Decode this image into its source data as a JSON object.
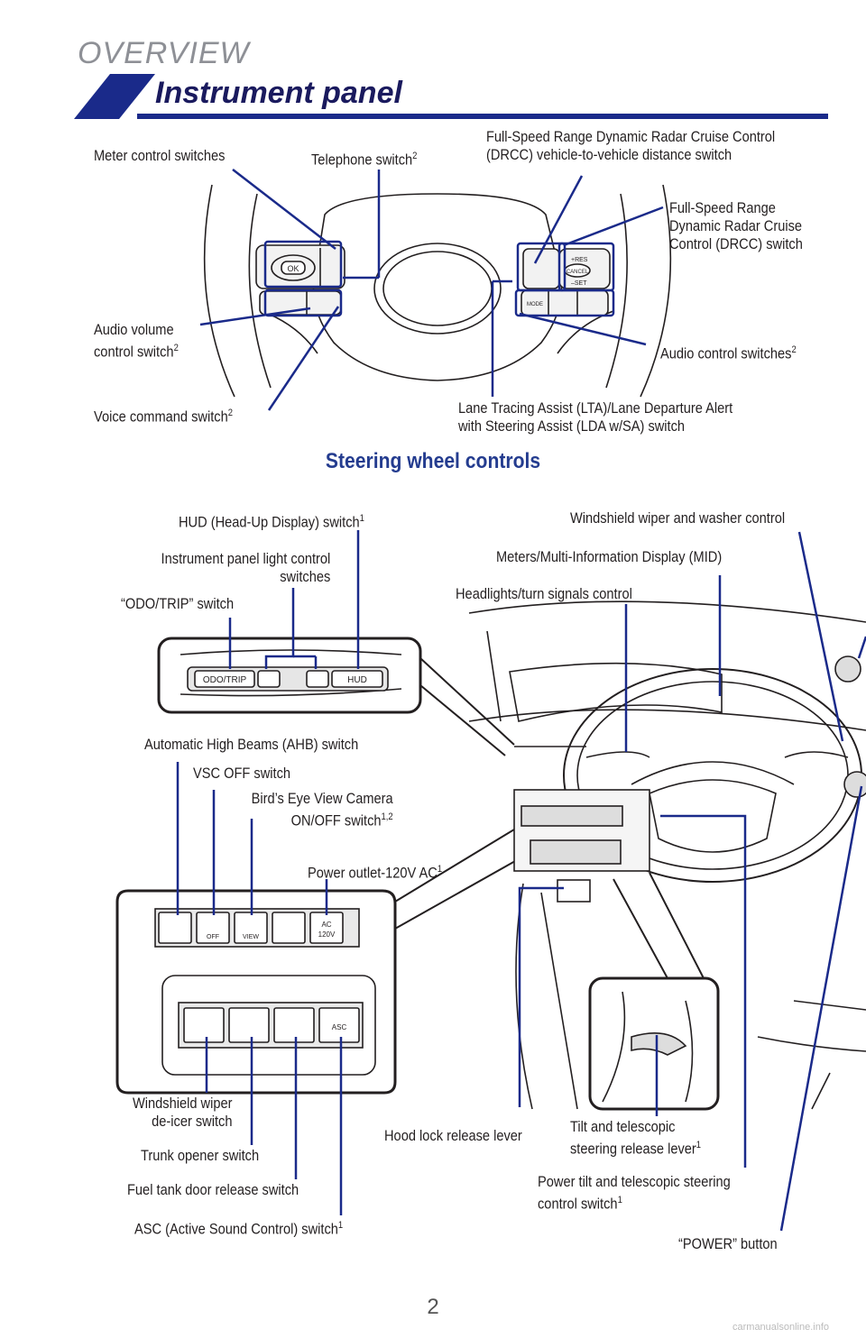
{
  "header": {
    "section": "OVERVIEW",
    "title": "Instrument panel"
  },
  "steering": {
    "meter_control": "Meter control switches",
    "telephone": "Telephone switch",
    "telephone_sup": "2",
    "drcc_distance_1": "Full-Speed Range Dynamic Radar Cruise Control",
    "drcc_distance_2": "(DRCC) vehicle-to-vehicle distance switch",
    "drcc_1": "Full-Speed Range",
    "drcc_2": "Dynamic Radar Cruise",
    "drcc_3": "Control (DRCC) switch",
    "audio_volume_1": "Audio volume",
    "audio_volume_2": "control switch",
    "audio_volume_sup": "2",
    "audio_control": "Audio control switches",
    "audio_control_sup": "2",
    "voice_command": "Voice command switch",
    "voice_command_sup": "2",
    "lta_1": "Lane Tracing Assist (LTA)/Lane Departure Alert",
    "lta_2": "with Steering Assist (LDA w/SA) switch",
    "caption": "Steering wheel controls",
    "button_labels": [
      "OK",
      "+RES",
      "–SET",
      "CANCEL",
      "MODE"
    ]
  },
  "dashboard": {
    "hud": "HUD (Head-Up Display) switch",
    "hud_sup": "1",
    "wiper_washer": "Windshield wiper and washer control",
    "panel_light_1": "Instrument panel light control",
    "panel_light_2": "switches",
    "meters_mid": "Meters/Multi-Information Display (MID)",
    "odo_trip": "“ODO/TRIP” switch",
    "headlights": "Headlights/turn signals control",
    "ahb": "Automatic High Beams (AHB) switch",
    "vsc_off": "VSC OFF switch",
    "birds_eye_1": "Bird’s Eye View Camera",
    "birds_eye_2": "ON/OFF switch",
    "birds_eye_sup": "1,2",
    "power_outlet": "Power outlet-120V AC",
    "power_outlet_sup": "1",
    "wiper_deicer_1": "Windshield wiper",
    "wiper_deicer_2": "de-icer switch",
    "trunk_opener": "Trunk opener switch",
    "fuel_door": "Fuel tank door release switch",
    "asc": "ASC (Active Sound Control) switch",
    "asc_sup": "1",
    "hood_lock": "Hood lock release lever",
    "tilt_1": "Tilt and telescopic",
    "tilt_2": "steering release lever",
    "tilt_sup": "1",
    "power_tilt_1": "Power tilt and telescopic steering",
    "power_tilt_2": "control switch",
    "power_tilt_sup": "1",
    "power_button": "“POWER” button",
    "switch_labels": [
      "ODO/TRIP",
      "HUD",
      "OFF",
      "VIEW",
      "AC",
      "120V",
      "ASC"
    ]
  },
  "footer": {
    "page_number": "2",
    "watermark": "carmanualsonline.info"
  },
  "colors": {
    "accent": "#243c8f",
    "header_bar": "#1a2a8a",
    "section_gray": "#8e9096"
  }
}
